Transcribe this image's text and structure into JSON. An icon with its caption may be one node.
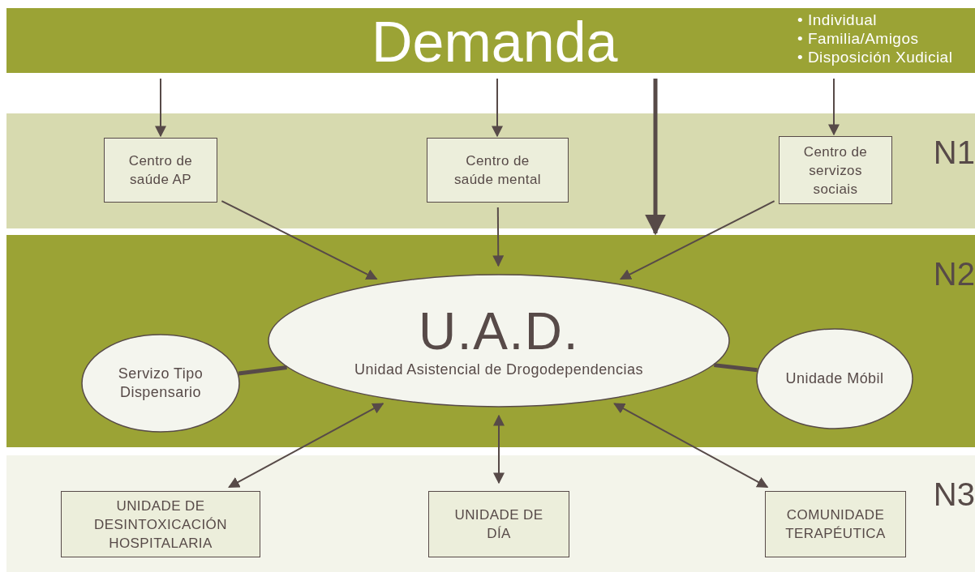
{
  "diagram": {
    "nodes": [
      {
        "text": [
          "Demanda",
          "• Individual",
          "• Familia/Amigos",
          "• Disposición Xudicial"
        ]
      },
      {
        "text": [
          "N1"
        ]
      },
      {
        "text": [
          "Centro de saúde AP"
        ],
        "in": 1
      },
      {
        "text": [
          "Centro de saúde mental"
        ],
        "in": 1
      },
      {
        "text": [
          "Centro de servizos sociais"
        ],
        "in": 1
      },
      {
        "text": [
          "N2"
        ]
      },
      {
        "text": [
          "U.A.D.",
          "Unidad Asistencial de Drogodependencias"
        ],
        "in": 5
      },
      {
        "text": [
          "Servizo Tipo Dispensario"
        ],
        "in": 5
      },
      {
        "text": [
          "Unidade Móbil"
        ],
        "in": 5
      },
      {
        "text": [
          "N3"
        ]
      },
      {
        "text": [
          "UNIDADE DE DESINTOXICACIÓN HOSPITALARIA"
        ],
        "in": 9
      },
      {
        "text": [
          "UNIDADE DE DÍA"
        ],
        "in": 9
      },
      {
        "text": [
          "COMUNIDADE TERAPÉUTICA"
        ],
        "in": 9
      }
    ],
    "edges": [
      {
        "from": 0,
        "to": 2,
        "arrow": "to"
      },
      {
        "from": 0,
        "to": 3,
        "arrow": "to"
      },
      {
        "from": 0,
        "to": 4,
        "arrow": "to"
      },
      {
        "from": 0,
        "to": 5,
        "arrow": "to",
        "style": "thick"
      },
      {
        "from": 2,
        "to": 6,
        "arrow": "to"
      },
      {
        "from": 3,
        "to": 6,
        "arrow": "to"
      },
      {
        "from": 4,
        "to": 6,
        "arrow": "to"
      },
      {
        "from": 6,
        "to": 7,
        "arrow": "none",
        "style": "thick"
      },
      {
        "from": 6,
        "to": 8,
        "arrow": "none",
        "style": "thick"
      },
      {
        "from": 6,
        "to": 10,
        "arrow": "both"
      },
      {
        "from": 6,
        "to": 11,
        "arrow": "both"
      },
      {
        "from": 6,
        "to": 12,
        "arrow": "both"
      }
    ]
  }
}
